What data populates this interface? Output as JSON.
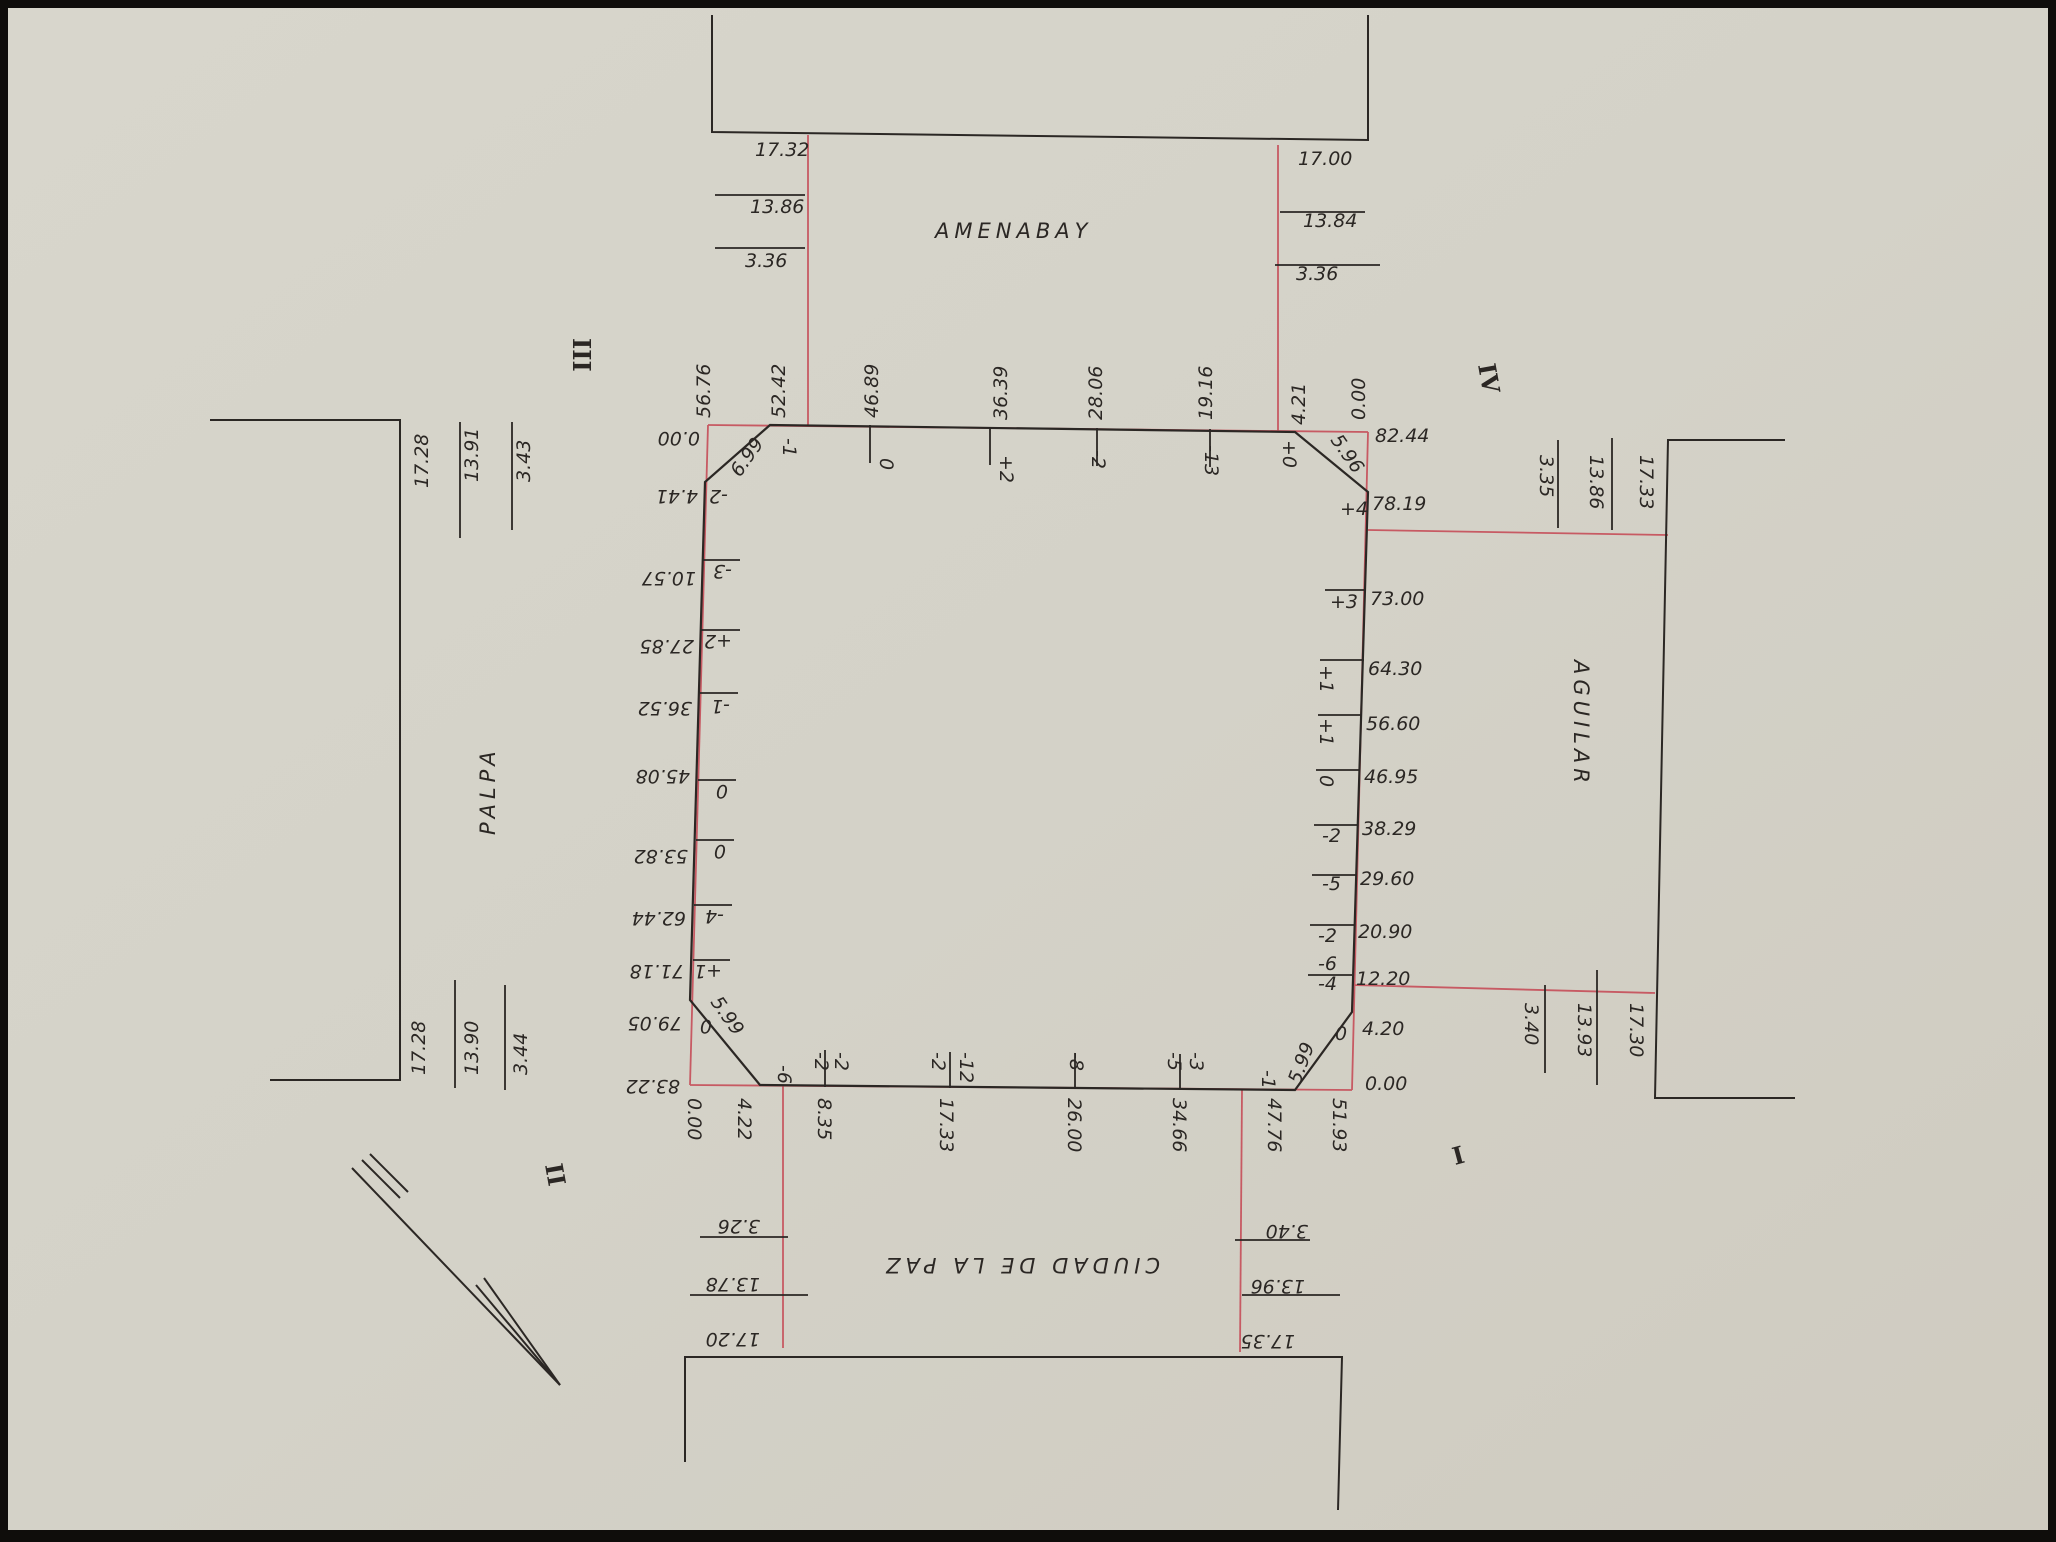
{
  "streets": {
    "north": "AMENABAY",
    "east": "AGUILAR",
    "south": "CIUDAD DE LA PAZ",
    "west": "PALPA"
  },
  "quadrants": {
    "q1": "I",
    "q2": "II",
    "q3": "III",
    "q4": "IV"
  },
  "north_widths": {
    "left": [
      "17.32",
      "13.86",
      "3.36"
    ],
    "right": [
      "17.00",
      "13.84",
      "3.36"
    ]
  },
  "east_widths": {
    "upper": [
      "3.35",
      "13.86",
      "17.33"
    ],
    "lower": [
      "3.40",
      "13.93",
      "17.30"
    ]
  },
  "south_widths": {
    "left": [
      "3.26",
      "13.78",
      "17.20"
    ],
    "right": [
      "3.40",
      "13.96",
      "17.35"
    ]
  },
  "west_widths": {
    "upper": [
      "17.28",
      "13.91",
      "3.43"
    ],
    "lower": [
      "17.28",
      "13.90",
      "3.44"
    ]
  },
  "block": {
    "top_stations": [
      "56.76",
      "52.42",
      "46.89",
      "36.39",
      "28.06",
      "19.16",
      "4.21",
      "0.00"
    ],
    "top_offsets": [
      "-1",
      "0",
      "+2",
      "-2",
      "-13",
      "+0"
    ],
    "top_corner": "82.44",
    "chamfers": {
      "north_west": "6.99",
      "north_east": "5.96",
      "south_west": "5.99",
      "south_east": "5.99"
    },
    "left_stations": [
      "0.00",
      "4.41",
      "10.57",
      "27.85",
      "36.52",
      "45.08",
      "53.82",
      "62.44",
      "71.18",
      "79.05",
      "83.22"
    ],
    "left_offsets": [
      "-2",
      "-3",
      "+2",
      "-1",
      "0",
      "0",
      "-4",
      "+1",
      "0",
      "-6"
    ],
    "right_stations": [
      "78.19",
      "73.00",
      "64.30",
      "56.60",
      "46.95",
      "38.29",
      "29.60",
      "20.90",
      "12.20",
      "4.20",
      "0.00"
    ],
    "right_offsets": [
      "+4",
      "+3",
      "+1",
      "+1",
      "0",
      "-2",
      "-5",
      "-2",
      "-6",
      "-4",
      "0"
    ],
    "bottom_stations": [
      "0.00",
      "4.22",
      "8.35",
      "17.33",
      "26.00",
      "34.66",
      "47.76",
      "51.93"
    ],
    "bottom_offsets": [
      "-2",
      "-2",
      "-12",
      "-2",
      "-8",
      "-3",
      "-5",
      "-1"
    ]
  }
}
